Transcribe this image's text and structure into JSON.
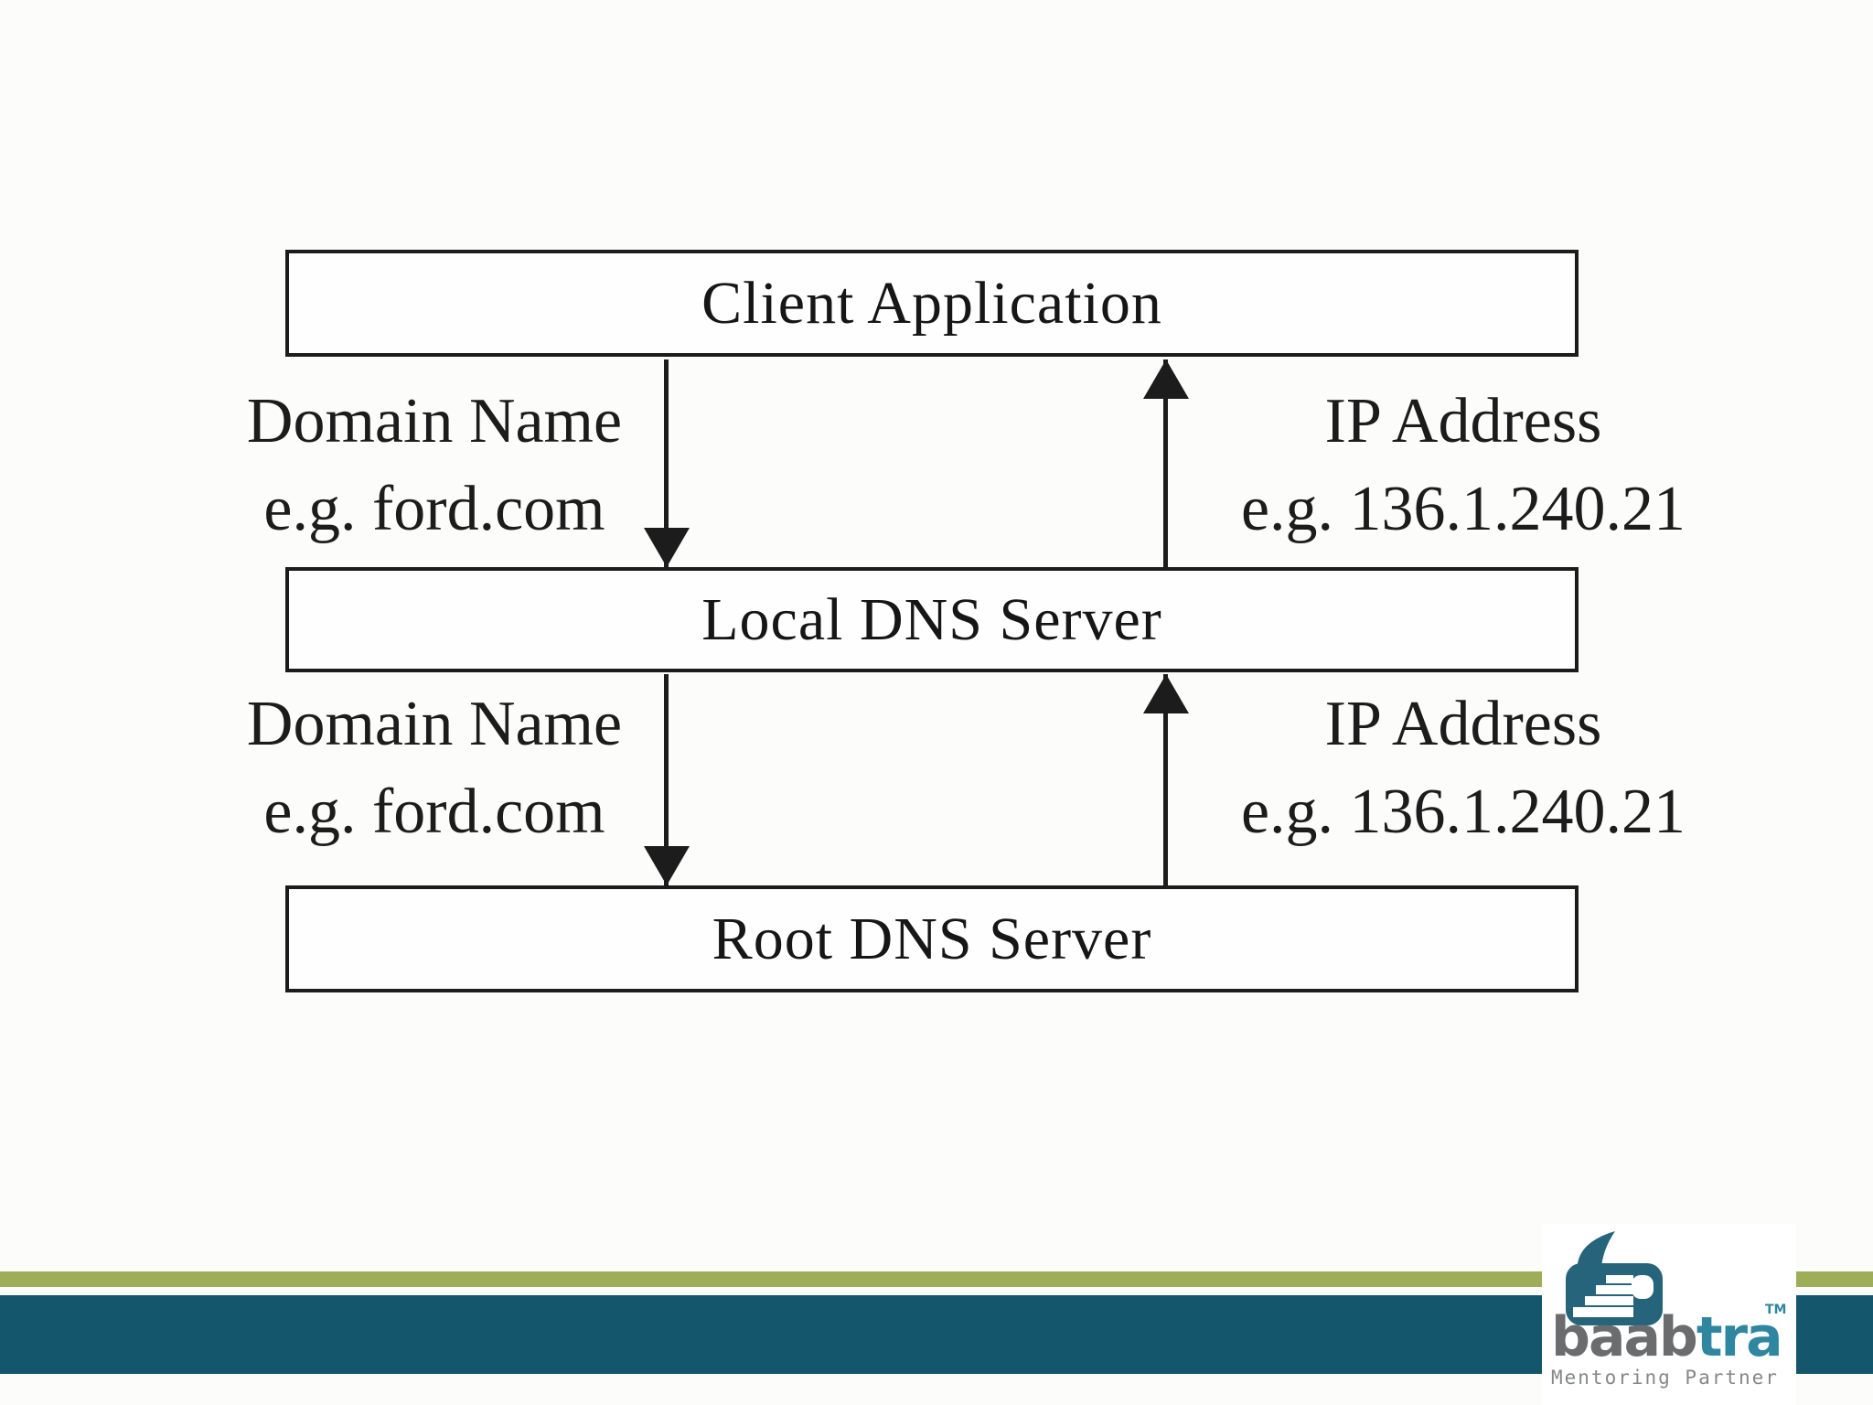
{
  "slide": {
    "boxes": [
      {
        "label": "Client Application"
      },
      {
        "label": "Local DNS Server"
      },
      {
        "label": "Root DNS Server"
      }
    ],
    "rows": [
      {
        "left": {
          "line1": "Domain Name",
          "line2": "e.g. ford.com"
        },
        "right": {
          "line1": "IP Address",
          "line2": "e.g. 136.1.240.21"
        }
      },
      {
        "left": {
          "line1": "Domain Name",
          "line2": "e.g. ford.com"
        },
        "right": {
          "line1": "IP Address",
          "line2": "e.g. 136.1.240.21"
        }
      }
    ]
  },
  "footer": {
    "logo": {
      "brand_gray": "baab",
      "brand_teal": "tra",
      "trademark": "TM",
      "tagline": "Mentoring Partner"
    },
    "colors": {
      "stripe_green": "#9ead58",
      "stripe_teal": "#14566b",
      "bubble_teal": "#25647b",
      "brand_gray": "#6a6c6e",
      "brand_teal": "#2f86a1",
      "tagline_gray": "#85878a",
      "diagram_line": "#1c1c1c"
    }
  }
}
